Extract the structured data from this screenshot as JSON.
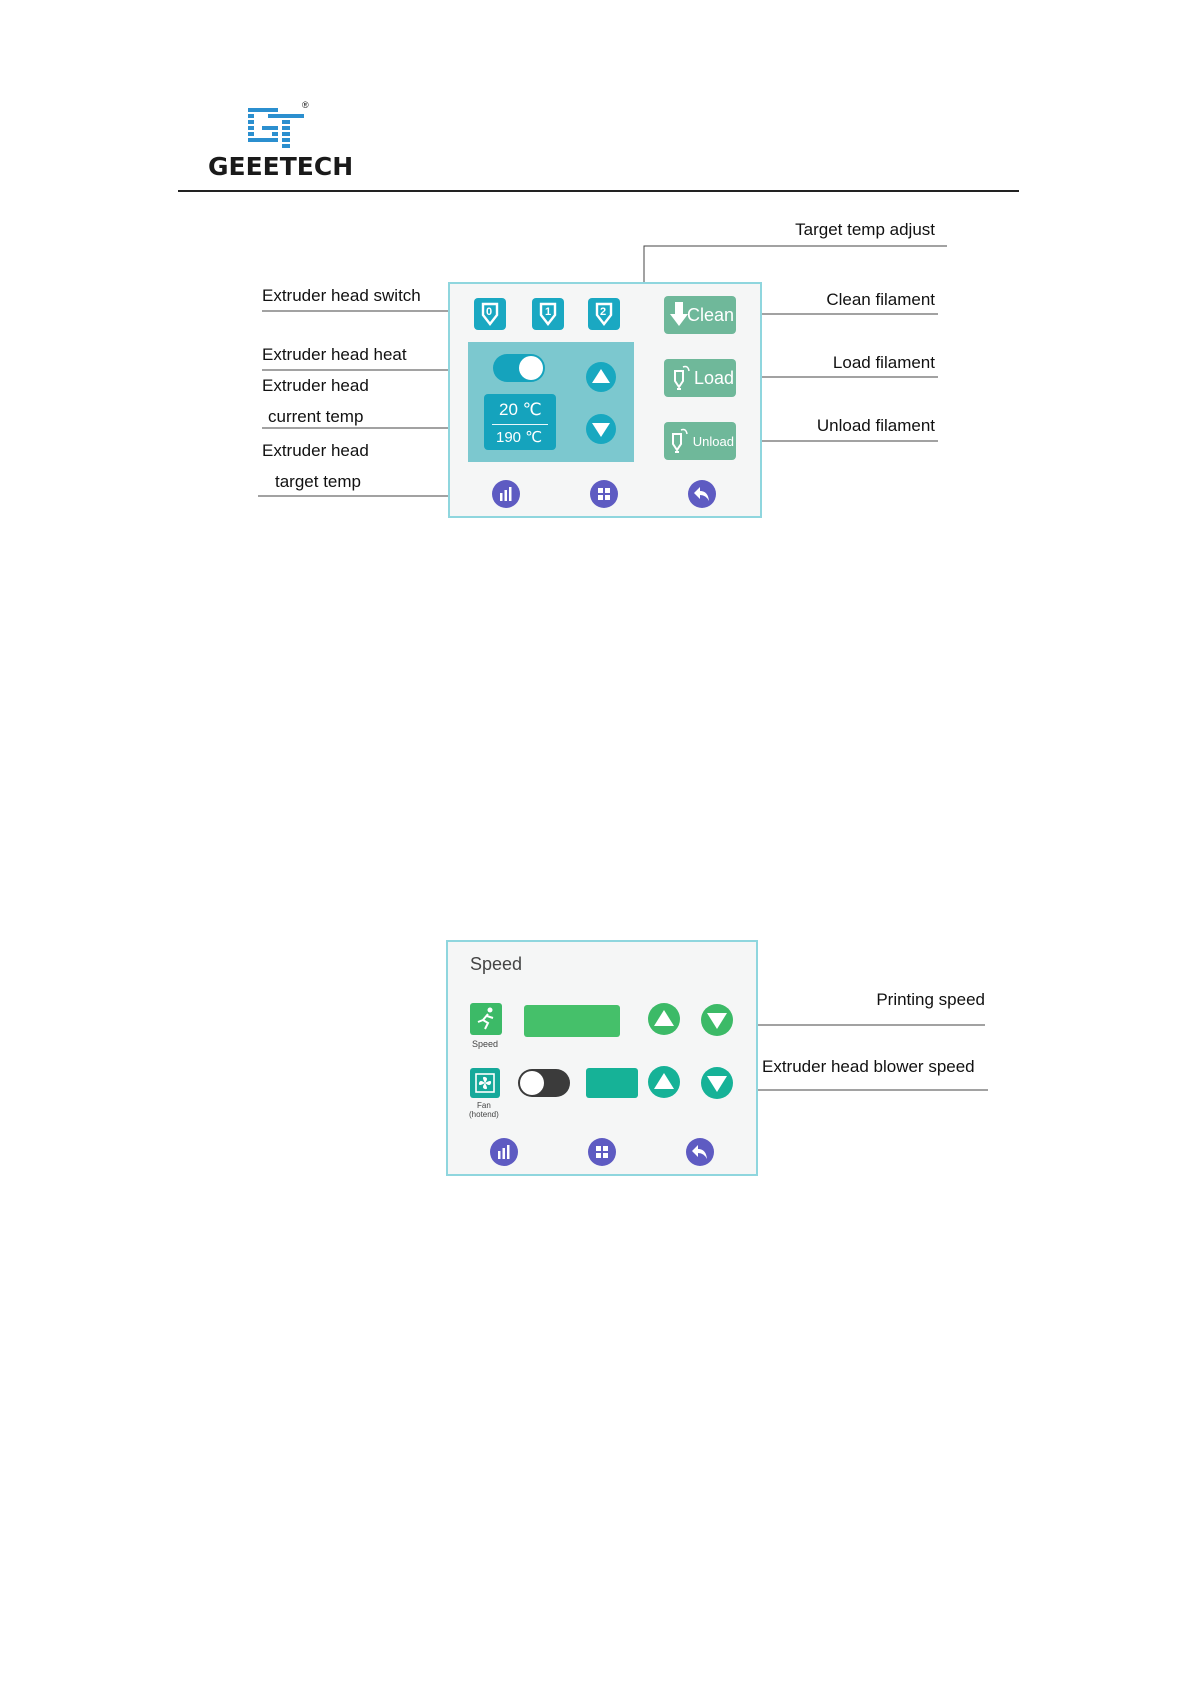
{
  "header": {
    "brand": "GEEETECH",
    "reg_mark": "®"
  },
  "extruder_panel": {
    "annotations": {
      "target_temp_adjust": "Target temp adjust",
      "extruder_head_switch": "Extruder head switch",
      "clean_filament": "Clean filament",
      "extruder_head_heat": "Extruder head heat",
      "load_filament": "Load filament",
      "extruder_head_current_line1": "Extruder head",
      "extruder_head_current_line2": "current temp",
      "unload_filament": "Unload filament",
      "extruder_head_target_line1": "Extruder  head",
      "extruder_head_target_line2": "target temp"
    },
    "extruders": [
      "0",
      "1",
      "2"
    ],
    "buttons": {
      "clean": "Clean",
      "load": "Load",
      "unload": "Unload"
    },
    "current_temp": "20  ℃",
    "target_temp": "190  ℃",
    "heat_switch": "on"
  },
  "speed_panel": {
    "title": "Speed",
    "annotations": {
      "printing_speed": "Printing speed",
      "blower_speed": "Extruder head blower speed"
    },
    "speed_icon_label": "Speed",
    "fan_icon_label_line1": "Fan",
    "fan_icon_label_line2": "(hotend)",
    "fan_switch": "off"
  },
  "colors": {
    "panel_border": "#8fd6de",
    "teal": "#1aa8c2",
    "button_green": "#6fb89a",
    "bright_green": "#45c06a",
    "nav_purple": "#5e5bc2"
  }
}
